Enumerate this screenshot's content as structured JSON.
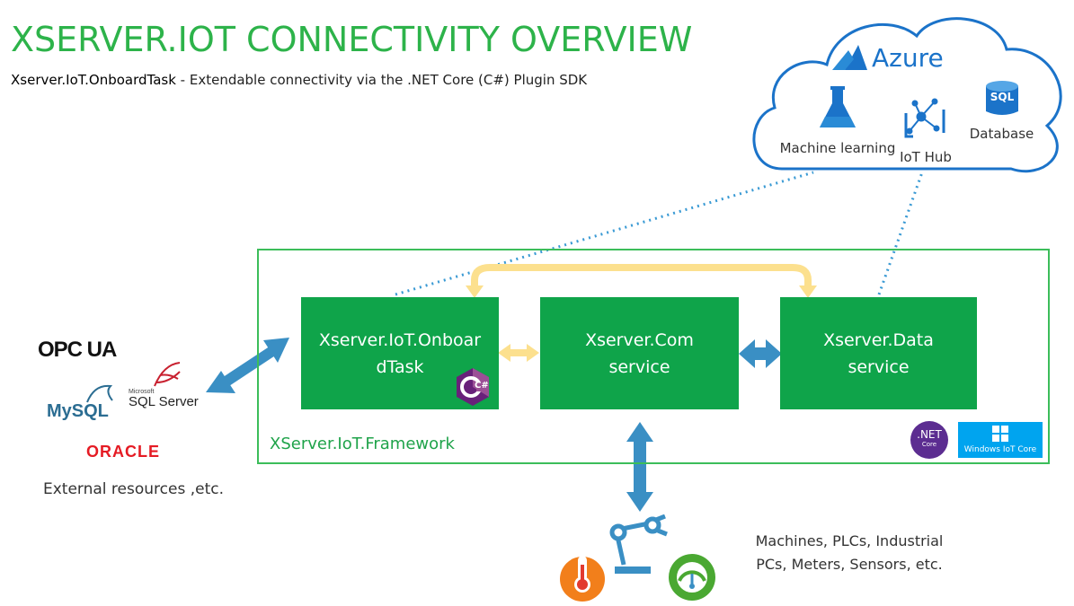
{
  "header": {
    "title": "XSERVER.IOT CONNECTIVITY OVERVIEW",
    "subtitle_bold": "Xserver.IoT.OnboardTask",
    "subtitle_rest": " - Extendable connectivity via the .NET Core (C#) Plugin SDK"
  },
  "cloud": {
    "brand": "Azure",
    "items": [
      {
        "label": "Machine learning",
        "icon": "flask-icon"
      },
      {
        "label": "IoT Hub",
        "icon": "iot-hub-icon"
      },
      {
        "label": "Database",
        "icon": "sql-database-icon"
      }
    ],
    "sql_badge": "SQL"
  },
  "framework": {
    "label": "XServer.IoT.Framework",
    "boxes": [
      {
        "line1": "Xserver.IoT.Onboar",
        "line2": "dTask"
      },
      {
        "line1": "Xserver.Com",
        "line2": "service"
      },
      {
        "line1": "Xserver.Data",
        "line2": "service"
      }
    ],
    "csharp_badge": "C#",
    "dotnet_badge_1": ".NET",
    "dotnet_badge_2": "Core",
    "windows_badge": "Windows IoT Core"
  },
  "external": {
    "logos": [
      "OPC UA",
      "MySQL",
      "Microsoft",
      "SQL Server",
      "ORACLE"
    ],
    "label": "External resources ,etc."
  },
  "devices": {
    "line1": "Machines, PLCs, Industrial",
    "line2": "PCs, Meters, Sensors, etc."
  },
  "colors": {
    "accent_green": "#2db34a",
    "box_green": "#0fa44a",
    "arrow_blue": "#3a8fc4",
    "arrow_yellow": "#fce08e",
    "cloud_blue": "#1b73c9"
  }
}
